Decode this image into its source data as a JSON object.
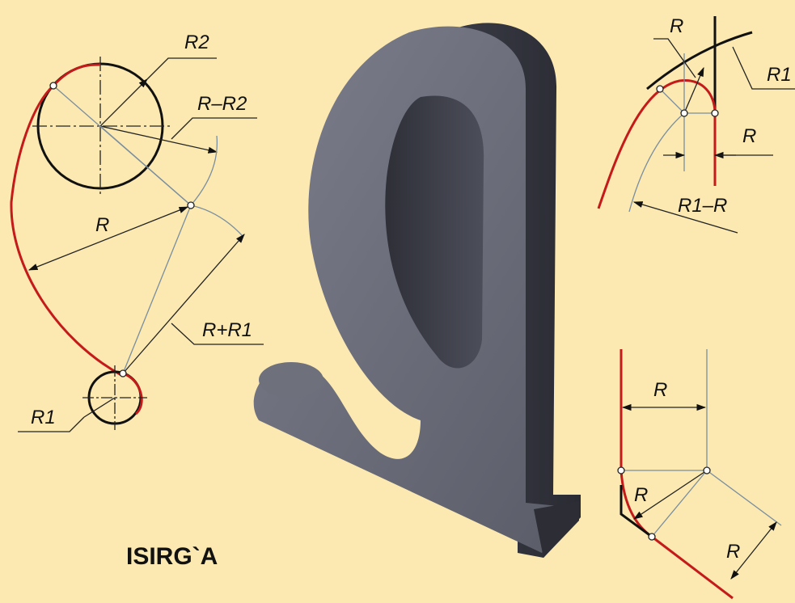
{
  "caption": "ISIRG`A",
  "labels": {
    "r2": "R2",
    "r_minus_r2": "R–R2",
    "r_main": "R",
    "r_plus_r1": "R+R1",
    "r1_left": "R1",
    "top_right_r": "R",
    "top_right_r1": "R1",
    "top_right_r_inner": "R",
    "top_right_r1_minus_r": "R1–R",
    "bottom_right_r_top": "R",
    "bottom_right_r_diag": "R",
    "bottom_right_r_side": "R"
  },
  "colors": {
    "background": "#fbe9b1",
    "arc_red": "#c41a1a",
    "ink": "#111111",
    "helper_line": "#7a8ea0",
    "solid_face": "#6a6c7a",
    "solid_dark": "#3a3c46"
  }
}
